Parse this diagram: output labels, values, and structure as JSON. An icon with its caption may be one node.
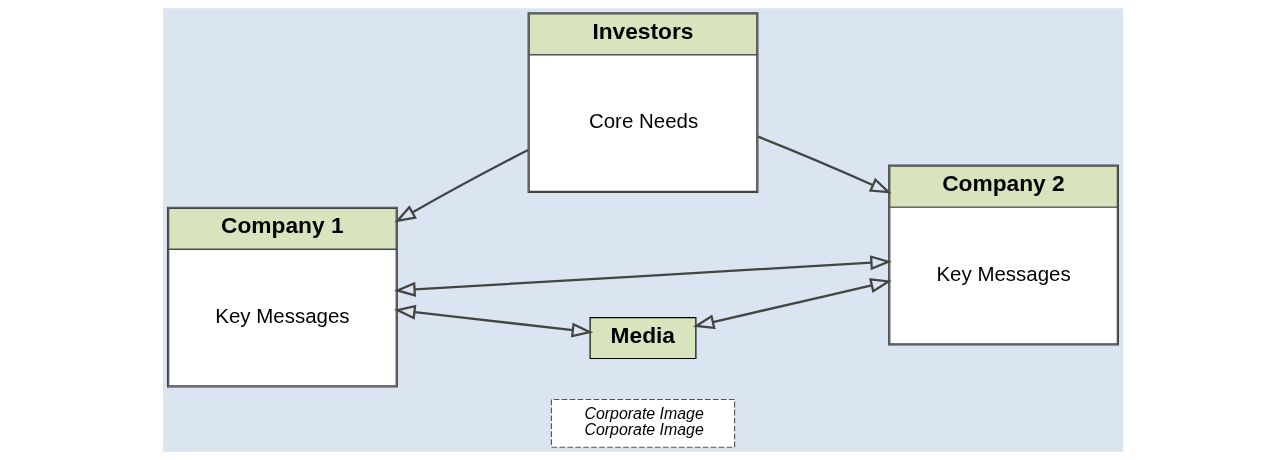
{
  "diagram": {
    "nodes": [
      {
        "text": [
          "Company 1",
          "Key Messages"
        ]
      },
      {
        "text": [
          "Investors",
          "Core Needs"
        ]
      },
      {
        "text": [
          "Company 2",
          "Key Messages"
        ]
      },
      {
        "text": [
          "Media"
        ]
      },
      {
        "text": [
          "Corporate Image",
          "Corporate Image"
        ]
      }
    ],
    "edges": [
      {
        "from": 1,
        "to": 0,
        "arrow": "to"
      },
      {
        "from": 1,
        "to": 2,
        "arrow": "to"
      },
      {
        "from": 0,
        "to": 2,
        "arrow": "both"
      },
      {
        "from": 0,
        "to": 3,
        "arrow": "both"
      },
      {
        "from": 3,
        "to": 2,
        "arrow": "both"
      }
    ]
  }
}
